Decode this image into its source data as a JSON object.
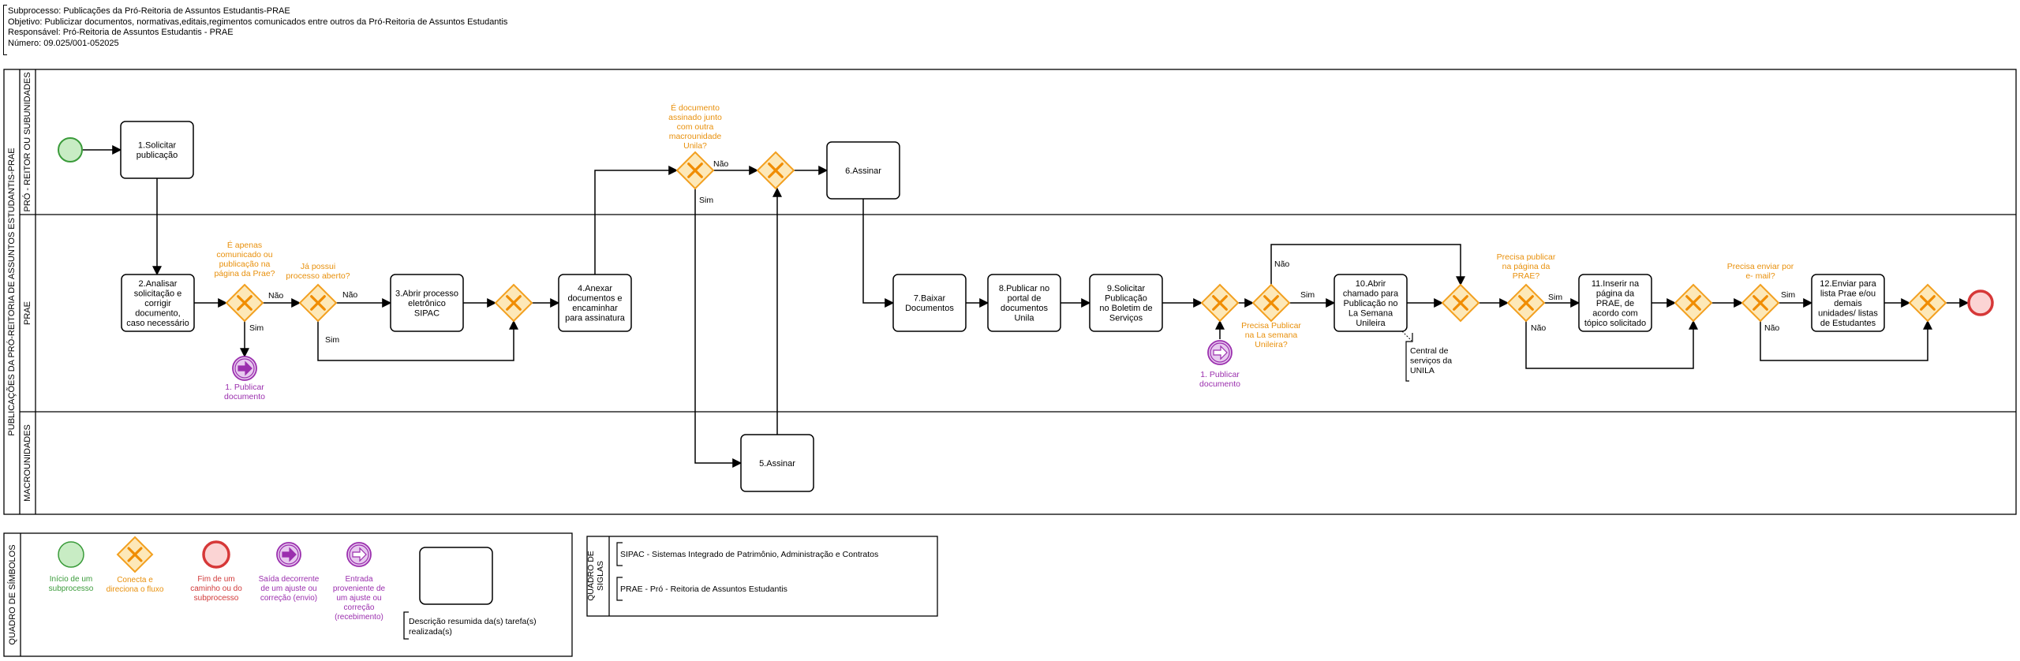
{
  "header": {
    "lines": [
      "Subprocesso: Publicações da Pró-Reitoria de Assuntos Estudantis-PRAE",
      "Objetivo: Publicizar documentos, normativas,editais,regimentos comunicados entre outros da Pró-Reitoria de Assuntos Estudantis",
      "Responsável: Pró-Reitoria de Assuntos Estudantis - PRAE",
      "Número: 09.025/001-052025"
    ]
  },
  "pool_label": "PUBLICAÇÕES DA PRÓ-REITORIA DE ASSUNTOS ESTUDANTIS-PRAE",
  "lanes": [
    {
      "id": "reitor",
      "label": "PRÓ - REITOR OU SUBUNIDADES"
    },
    {
      "id": "prae",
      "label": "PRAE"
    },
    {
      "id": "macro",
      "label": "MACROUNIDADES"
    }
  ],
  "tasks": [
    {
      "id": "t1",
      "lines": [
        "1.Solicitar",
        "publicação"
      ]
    },
    {
      "id": "t2",
      "lines": [
        "2.Analisar",
        "solicitação e",
        "corrigir",
        "documento,",
        "caso necessário"
      ]
    },
    {
      "id": "t3",
      "lines": [
        "3.Abrir processo",
        "eletrônico",
        "SIPAC"
      ]
    },
    {
      "id": "t4",
      "lines": [
        "4.Anexar",
        "documentos e",
        "encaminhar",
        "para assinatura"
      ]
    },
    {
      "id": "t5",
      "lines": [
        "5.Assinar"
      ]
    },
    {
      "id": "t6",
      "lines": [
        "6.Assinar"
      ]
    },
    {
      "id": "t7",
      "lines": [
        "7.Baixar",
        "Documentos"
      ]
    },
    {
      "id": "t8",
      "lines": [
        "8.Publicar no",
        "portal de",
        "documentos",
        "Unila"
      ]
    },
    {
      "id": "t9",
      "lines": [
        "9.Solicitar",
        "Publicação",
        "no Boletim de",
        "Serviços"
      ]
    },
    {
      "id": "t10",
      "lines": [
        "10.Abrir",
        "chamado para",
        "Publicação no",
        "La Semana",
        "Unileira"
      ]
    },
    {
      "id": "t11",
      "lines": [
        "11.Inserir na",
        "página da",
        "PRAE, de",
        "acordo com",
        "tópico solicitado"
      ]
    },
    {
      "id": "t12",
      "lines": [
        "12.Enviar para",
        "lista Prae e/ou",
        "demais",
        "unidades/ listas",
        "de Estudantes"
      ]
    }
  ],
  "gateway_questions": {
    "g1": [
      "É apenas",
      "comunicado ou",
      "publicação na",
      "página da Prae?"
    ],
    "g2": [
      "Já possui",
      "processo aberto?"
    ],
    "g4": [
      "É documento",
      "assinado junto",
      "com outra",
      "macrounidade",
      "Unila?"
    ],
    "g7": [
      "Precisa Publicar",
      "na La semana",
      "Unileira?"
    ],
    "g9": [
      "Precisa publicar",
      "na página da",
      "PRAE?"
    ],
    "g11": [
      "Precisa enviar por",
      "e- mail?"
    ]
  },
  "flow_labels": {
    "sim": "Sim",
    "nao": "Não"
  },
  "link_labels": {
    "link1": [
      "1. Publicar",
      "documento"
    ],
    "link2": [
      "1. Publicar",
      "documento"
    ]
  },
  "annotation": [
    "Central de",
    "serviços da",
    "UNILA"
  ],
  "legend": {
    "title": "QUADRO DE SÍMBOLOS",
    "items": [
      {
        "id": "start",
        "lines": [
          "Início de um",
          "subprocesso"
        ],
        "color": "#3a9b3a"
      },
      {
        "id": "gateway",
        "lines": [
          "Conecta e",
          "direciona o fluxo"
        ],
        "color": "#e8900c"
      },
      {
        "id": "end",
        "lines": [
          "Fim de um",
          "caminho ou do",
          "subprocesso"
        ],
        "color": "#d13a3a"
      },
      {
        "id": "link-out",
        "lines": [
          "Saída decorrente",
          "de um ajuste ou",
          "correção (envio)"
        ],
        "color": "#9b2fae"
      },
      {
        "id": "link-in",
        "lines": [
          "Entrada",
          "proveniente de",
          "um ajuste ou",
          "correção",
          "(recebimento)"
        ],
        "color": "#9b2fae"
      }
    ],
    "task_desc": [
      "Descrição resumida da(s) tarefa(s)",
      "realizada(s)"
    ]
  },
  "siglas": {
    "title": [
      "QUADRO DE",
      "SIGLAS"
    ],
    "items": [
      "SIPAC - Sistemas Integrado de Patrimônio, Administração e Contratos",
      "PRAE - Pró - Reitoria de Assuntos Estudantis"
    ]
  },
  "colors": {
    "start": "#3a9b3a",
    "start_fill": "#c8ecc4",
    "end": "#d63838",
    "end_fill": "#fbd4d4",
    "gateway_stroke": "#f2a020",
    "gateway_fill": "#fde8b8",
    "gateway_x": "#f08c00",
    "gateway_text": "#e8900c",
    "link": "#9b2fae",
    "link_fill": "#e7c9ef",
    "link_out_fill": "#b35ac8"
  }
}
